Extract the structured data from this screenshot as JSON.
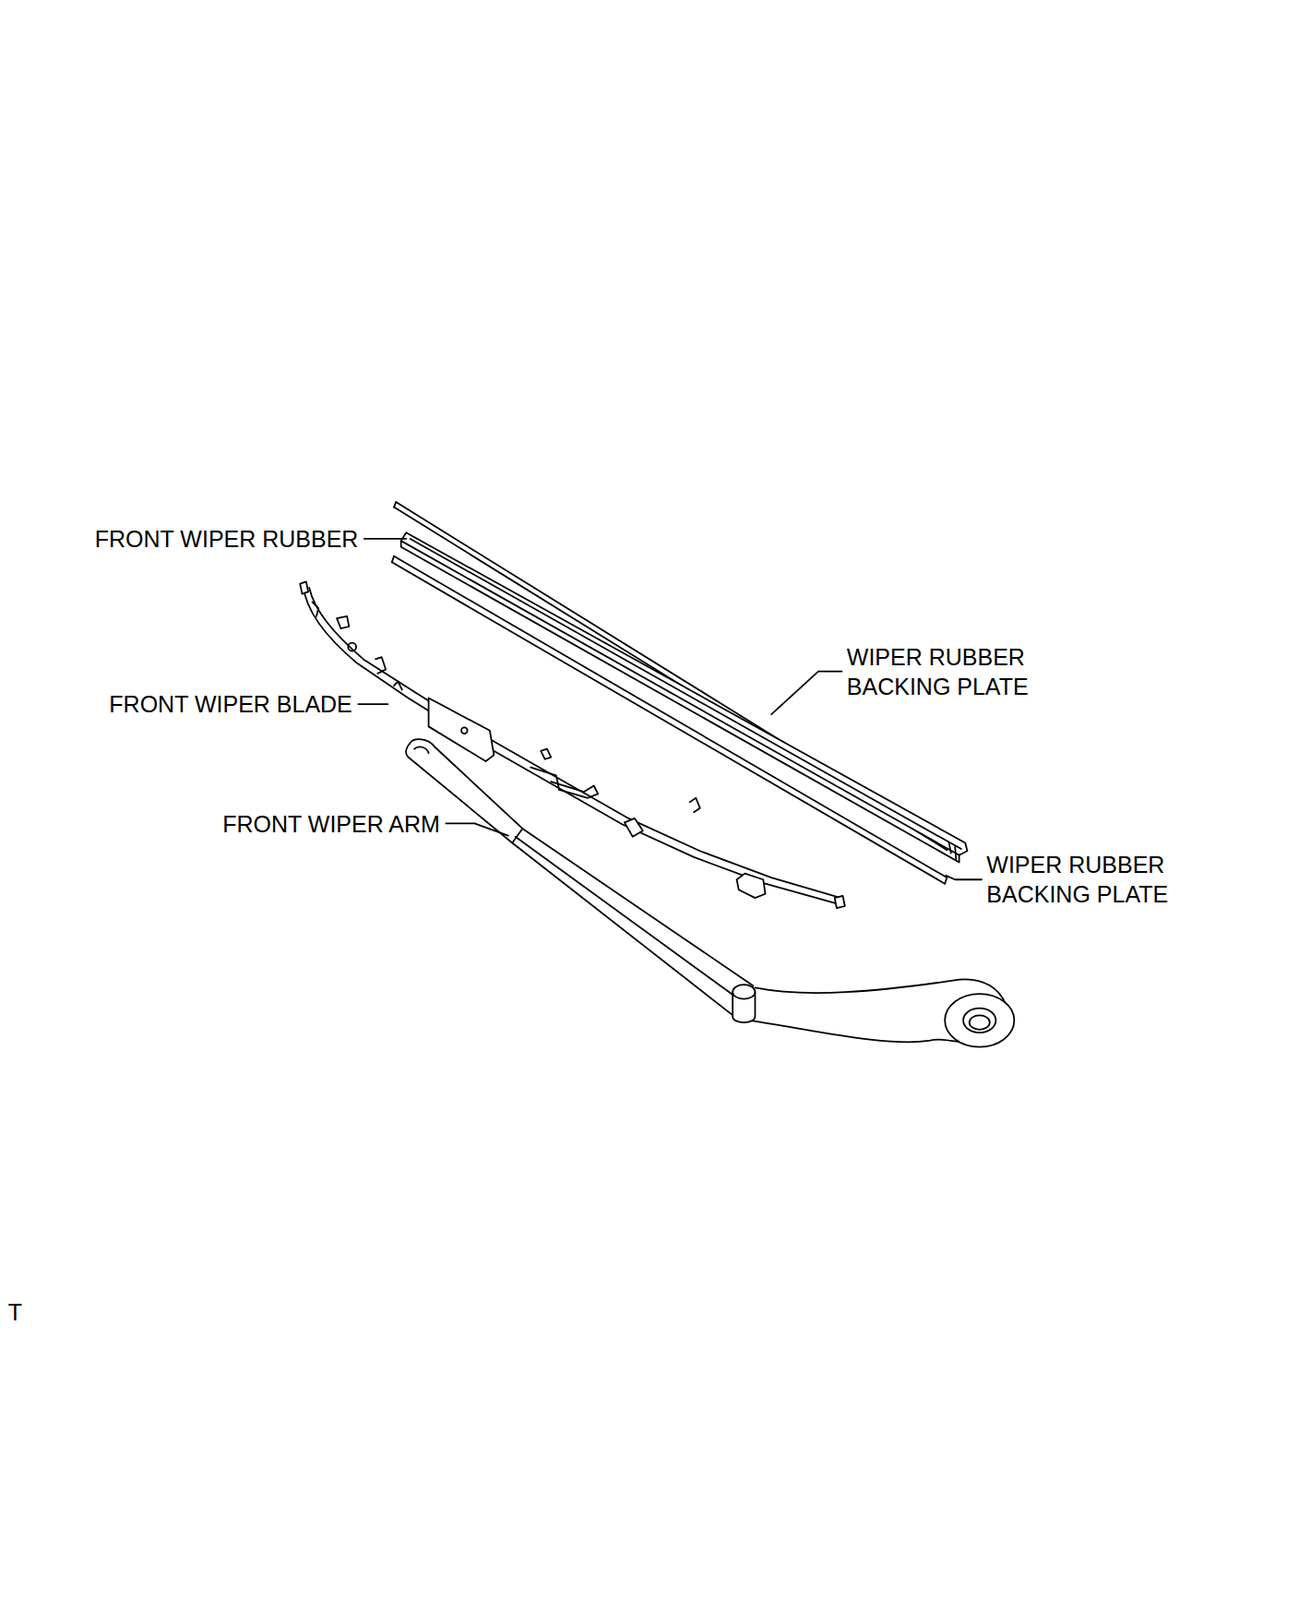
{
  "diagram": {
    "labels": [
      "FRONT WIPER RUBBER",
      "WIPER RUBBER BACKING PLATE",
      "FRONT WIPER BLADE",
      "FRONT WIPER ARM",
      "WIPER RUBBER BACKING PLATE",
      "T"
    ]
  }
}
